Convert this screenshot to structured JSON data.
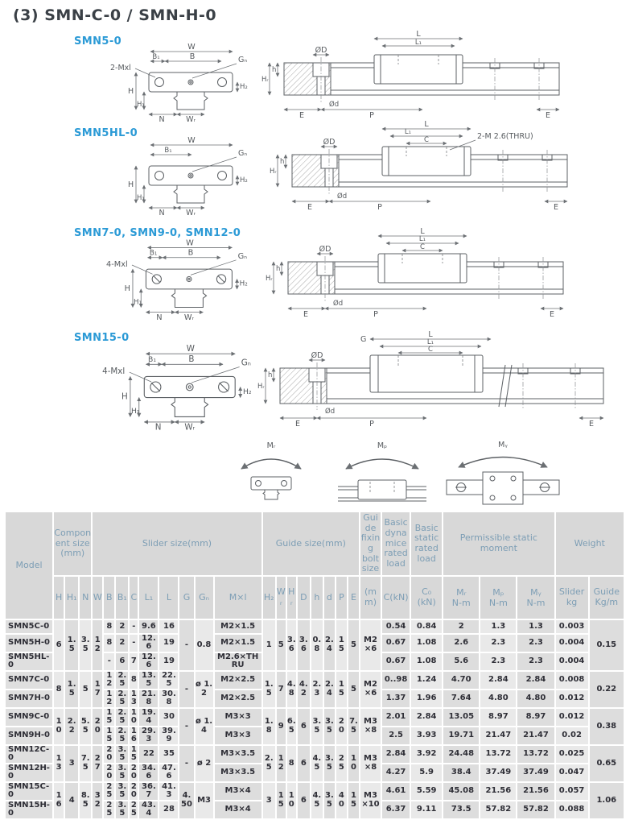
{
  "title": "(3) SMN-C-0 / SMN-H-0",
  "sections": {
    "s1": "SMN5-0",
    "s2": "SMN5HL-0",
    "s3": "SMN7-0, SMN9-0, SMN12-0",
    "s4": "SMN15-0"
  },
  "dim": {
    "W": "W",
    "B": "B",
    "B1": "B₁",
    "Gn": "Gₙ",
    "H": "H",
    "H1": "H₁",
    "H2": "H₂",
    "N": "N",
    "WR": "Wᵣ",
    "L": "L",
    "L1": "L₁",
    "C": "C",
    "G": "G",
    "OD": "ØD",
    "Od": "Ød",
    "h": "h",
    "HR": "Hᵣ",
    "E": "E",
    "P": "P",
    "mxl2": "2-Mxl",
    "mxl4": "4-Mxl",
    "thru": "2-M 2.6(THRU)"
  },
  "moments": [
    "Mᵣ",
    "Mₚ",
    "Mᵧ"
  ],
  "colors": {
    "accent_blue": "#2b9ad6",
    "header_text": "#7d9eb5",
    "header_bg": "#d8d8d8"
  },
  "table": {
    "header": {
      "model": "Model",
      "component": "Component size (mm)",
      "slider": "Slider size(mm)",
      "guide": "Guide size(mm)",
      "bolt": "Guide fixing bolt size",
      "bolt_unit": "(mm)",
      "dyn": "Basic dynamice rated load",
      "dyn_unit": "C(kN)",
      "stat": "Basic static rated load",
      "stat_unit": "C₀ (kN)",
      "moment": "Permissible static moment",
      "weight": "Weight",
      "cols": {
        "H": "H",
        "H1": "H₁",
        "N": "N",
        "W": "W",
        "B": "B",
        "B1": "B₁",
        "C": "C",
        "L1": "L₁",
        "L": "L",
        "G": "G",
        "Gn": "Gₙ",
        "Mxl": "M×l",
        "H2": "H₂",
        "WR": "Wᵣ",
        "HR": "Hᵣ",
        "D": "D",
        "h": "h",
        "d": "d",
        "P": "P",
        "E": "E"
      },
      "m_cols": [
        {
          "t": "Mᵣ",
          "u": "N-m"
        },
        {
          "t": "Mₚ",
          "u": "N-m"
        },
        {
          "t": "Mᵧ",
          "u": "N-m"
        }
      ],
      "w_cols": [
        "Slider kg",
        "Guide Kg/m"
      ]
    },
    "groups": [
      {
        "merged": {
          "H": "6",
          "H1": "1.5",
          "N": "3.5",
          "W": "12",
          "G": "-",
          "Gn": "0.8",
          "H2": "1",
          "WR": "5",
          "HR": "3.6",
          "D": "3.6",
          "h": "0.8",
          "d": "2.4",
          "P": "15",
          "E": "5",
          "bolt": "M2×6",
          "guide_kg": "0.15"
        },
        "rows": [
          {
            "model": "SMN5C-0",
            "B": "8",
            "B1": "2",
            "C": "-",
            "L1": "9.6",
            "L": "16",
            "Mxl": "M2×1.5",
            "Ck": "0.54",
            "C0": "0.84",
            "MR": "2",
            "MP": "1.3",
            "MY": "1.3",
            "sk": "0.003"
          },
          {
            "model": "SMN5H-0",
            "B": "8",
            "B1": "2",
            "C": "-",
            "L1": "12.6",
            "L": "19",
            "Mxl": "M2×1.5",
            "Ck": "0.67",
            "C0": "1.08",
            "MR": "2.6",
            "MP": "2.3",
            "MY": "2.3",
            "sk": "0.004"
          },
          {
            "model": "SMN5HL-0",
            "B": "-",
            "B1": "6",
            "C": "7",
            "L1": "12.6",
            "L": "19",
            "Mxl": "M2.6×THRU",
            "Ck": "0.67",
            "C0": "1.08",
            "MR": "5.6",
            "MP": "2.3",
            "MY": "2.3",
            "sk": "0.004"
          }
        ]
      },
      {
        "merged": {
          "H": "8",
          "H1": "1.5",
          "N": "5",
          "W": "17",
          "G": "-",
          "Gn": "ø 1.2",
          "H2": "1.5",
          "WR": "7",
          "HR": "4.8",
          "D": "4.2",
          "h": "2.3",
          "d": "2.4",
          "P": "15",
          "E": "5",
          "bolt": "M2×6",
          "guide_kg": "0.22"
        },
        "rows": [
          {
            "model": "SMN7C-0",
            "B": "12",
            "B1": "2.5",
            "C": "8",
            "L1": "13.5",
            "L": "22.5",
            "Mxl": "M2×2.5",
            "Ck": "0..98",
            "C0": "1.24",
            "MR": "4.70",
            "MP": "2.84",
            "MY": "2.84",
            "sk": "0.008"
          },
          {
            "model": "SMN7H-0",
            "B": "12",
            "B1": "2.5",
            "C": "13",
            "L1": "21.8",
            "L": "30.8",
            "Mxl": "M2×2.5",
            "Ck": "1.37",
            "C0": "1.96",
            "MR": "7.64",
            "MP": "4.80",
            "MY": "4.80",
            "sk": "0.012"
          }
        ]
      },
      {
        "merged": {
          "H": "10",
          "H1": "2.2",
          "N": "5.5",
          "W": "20",
          "G": "-",
          "Gn": "ø 1.4",
          "H2": "1.8",
          "WR": "9",
          "HR": "6.5",
          "D": "6",
          "h": "3.5",
          "d": "3.5",
          "P": "20",
          "E": "7.5",
          "bolt": "M3×8",
          "guide_kg": "0.38"
        },
        "rows": [
          {
            "model": "SMN9C-0",
            "B": "15",
            "B1": "2.5",
            "C": "10",
            "L1": "19.4",
            "L": "30",
            "Mxl": "M3×3",
            "Ck": "2.01",
            "C0": "2.84",
            "MR": "13.05",
            "MP": "8.97",
            "MY": "8.97",
            "sk": "0.012"
          },
          {
            "model": "SMN9H-0",
            "B": "15",
            "B1": "2.5",
            "C": "16",
            "L1": "29.3",
            "L": "39.9",
            "Mxl": "M3×3",
            "Ck": "2.5",
            "C0": "3.93",
            "MR": "19.71",
            "MP": "21.47",
            "MY": "21.47",
            "sk": "0.02"
          }
        ]
      },
      {
        "merged": {
          "H": "13",
          "H1": "3",
          "N": "7.5",
          "W": "27",
          "G": "-",
          "Gn": "ø 2",
          "H2": "2.5",
          "WR": "12",
          "HR": "8",
          "D": "6",
          "h": "4.5",
          "d": "3.5",
          "P": "25",
          "E": "10",
          "bolt": "M3×8",
          "guide_kg": "0.65"
        },
        "rows": [
          {
            "model": "SMN12C-0",
            "B": "20",
            "B1": "3.5",
            "C": "15",
            "L1": "22",
            "L": "35",
            "Mxl": "M3×3.5",
            "Ck": "2.84",
            "C0": "3.92",
            "MR": "24.48",
            "MP": "13.72",
            "MY": "13.72",
            "sk": "0.025"
          },
          {
            "model": "SMN12H-0",
            "B": "20",
            "B1": "3.5",
            "C": "20",
            "L1": "34.6",
            "L": "47.6",
            "Mxl": "M3×3.5",
            "Ck": "4.27",
            "C0": "5.9",
            "MR": "38.4",
            "MP": "37.49",
            "MY": "37.49",
            "sk": "0.047"
          }
        ]
      },
      {
        "merged": {
          "H": "16",
          "H1": "4",
          "N": "8.5",
          "W": "32",
          "G": "4.50",
          "Gn": "M3",
          "H2": "3",
          "WR": "15",
          "HR": "10",
          "D": "6",
          "h": "4.5",
          "d": "3.5",
          "P": "40",
          "E": "15",
          "bolt": "M3×10",
          "guide_kg": "1.06"
        },
        "rows": [
          {
            "model": "SMN15C-0",
            "B": "25",
            "B1": "3.5",
            "C": "20",
            "L1": "36.7",
            "L": "41.3",
            "Mxl": "M3×4",
            "Ck": "4.61",
            "C0": "5.59",
            "MR": "45.08",
            "MP": "21.56",
            "MY": "21.56",
            "sk": "0.057"
          },
          {
            "model": "SMN15H-0",
            "B": "25",
            "B1": "3.5",
            "C": "25",
            "L1": "43.4",
            "L": "28",
            "Mxl": "M3×4",
            "Ck": "6.37",
            "C0": "9.11",
            "MR": "73.5",
            "MP": "57.82",
            "MY": "57.82",
            "sk": "0.088"
          }
        ]
      }
    ]
  }
}
